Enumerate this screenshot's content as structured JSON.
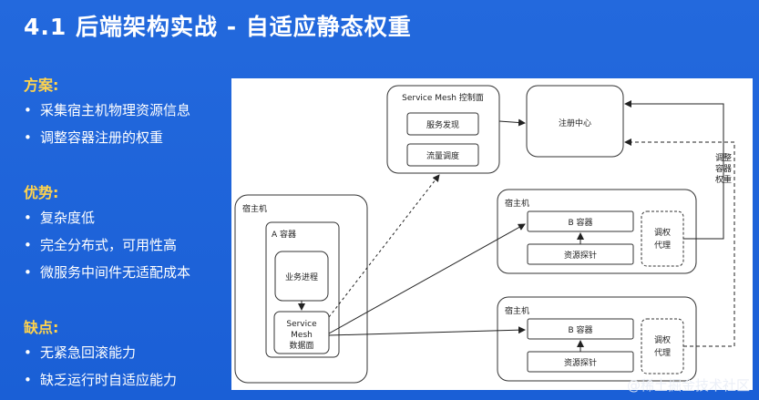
{
  "title": "4.1  后端架构实战 - 自适应静态权重",
  "sections": {
    "plan": {
      "heading": "方案:",
      "items": [
        "采集宿主机物理资源信息",
        "调整容器注册的权重"
      ]
    },
    "pros": {
      "heading": "优势:",
      "items": [
        "复杂度低",
        "完全分布式，可用性高",
        "微服务中间件无适配成本"
      ]
    },
    "cons": {
      "heading": "缺点:",
      "items": [
        "无紧急回滚能力",
        "缺乏运行时自适应能力"
      ]
    }
  },
  "bullet_symbol": "•",
  "diagram": {
    "control_plane": {
      "title": "Service Mesh 控制面",
      "service_discovery": "服务发现",
      "traffic_scheduling": "流量调度"
    },
    "registry": "注册中心",
    "host_left": {
      "title": "宿主机",
      "container": "A 容器",
      "business_process": "业务进程",
      "data_plane": [
        "Service",
        "Mesh",
        "数据面"
      ]
    },
    "host_b1": {
      "title": "宿主机",
      "container": "B 容器",
      "probe": "资源探针",
      "agent": [
        "调权",
        "代理"
      ]
    },
    "host_b2": {
      "title": "宿主机",
      "container": "B 容器",
      "probe": "资源探针",
      "agent": [
        "调权",
        "代理"
      ]
    },
    "weight_label": [
      "调整",
      "容器",
      "权重"
    ]
  },
  "watermark": "@稀土掘金技术社区"
}
